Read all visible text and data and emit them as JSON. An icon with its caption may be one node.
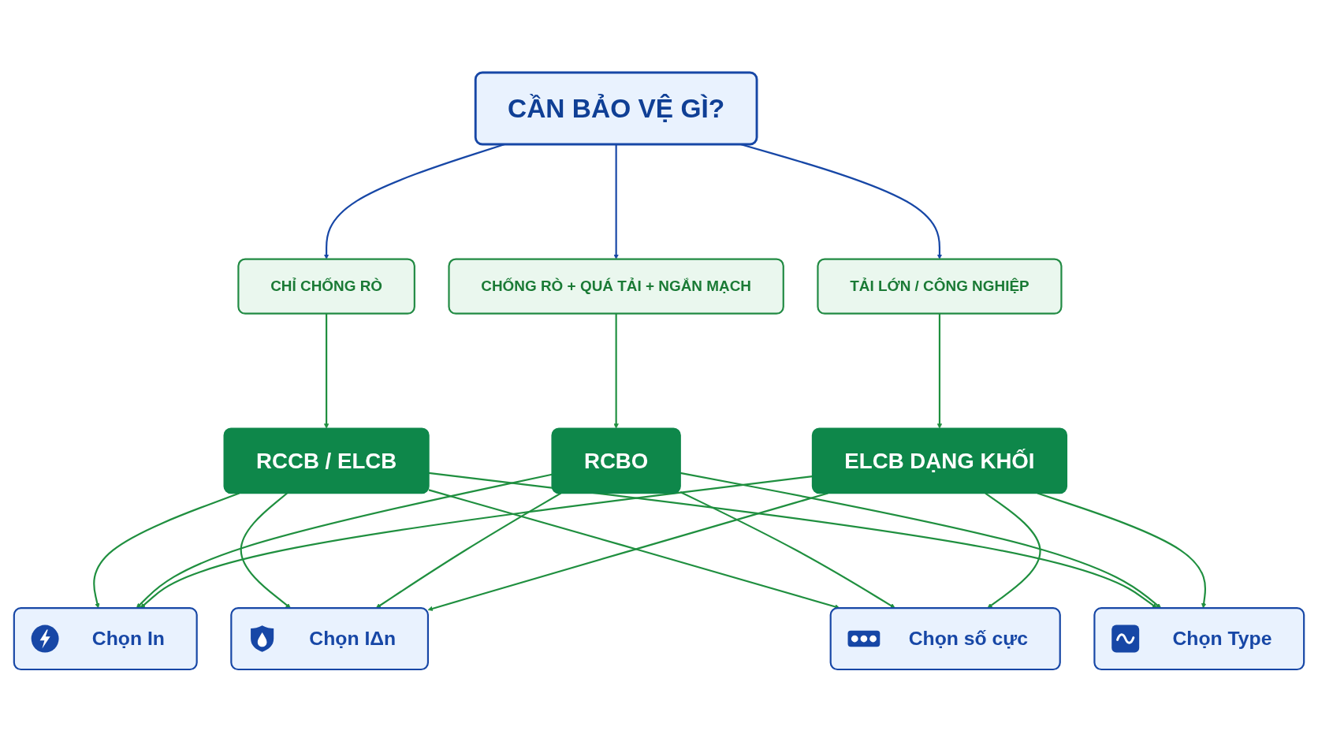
{
  "diagram": {
    "nodes": [
      {
        "text": [
          "CẦN BẢO VỆ GÌ?"
        ]
      },
      {
        "text": [
          "CHỈ CHỐNG RÒ"
        ]
      },
      {
        "text": [
          "CHỐNG RÒ + QUÁ TẢI + NGẮN MẠCH"
        ]
      },
      {
        "text": [
          "TẢI LỚN / CÔNG NGHIỆP"
        ]
      },
      {
        "text": [
          "RCCB / ELCB"
        ]
      },
      {
        "text": [
          "RCBO"
        ]
      },
      {
        "text": [
          "ELCB DẠNG KHỐI"
        ]
      },
      {
        "text": [
          "Chọn In"
        ]
      },
      {
        "text": [
          "Chọn IΔn"
        ]
      },
      {
        "text": [
          "Chọn số cực"
        ]
      },
      {
        "text": [
          "Chọn Type"
        ]
      }
    ],
    "edges": [
      {
        "from": 0,
        "to": 1,
        "arrow": "to",
        "color": "#1747a6"
      },
      {
        "from": 0,
        "to": 2,
        "arrow": "to",
        "color": "#1747a6"
      },
      {
        "from": 0,
        "to": 3,
        "arrow": "to",
        "color": "#1747a6"
      },
      {
        "from": 1,
        "to": 4,
        "arrow": "to"
      },
      {
        "from": 2,
        "to": 5,
        "arrow": "to"
      },
      {
        "from": 3,
        "to": 6,
        "arrow": "to"
      },
      {
        "from": 4,
        "to": 7,
        "arrow": "to"
      },
      {
        "from": 4,
        "to": 8,
        "arrow": "to"
      },
      {
        "from": 4,
        "to": 9,
        "arrow": "to"
      },
      {
        "from": 4,
        "to": 10,
        "arrow": "to"
      },
      {
        "from": 5,
        "to": 7,
        "arrow": "to"
      },
      {
        "from": 5,
        "to": 8,
        "arrow": "to"
      },
      {
        "from": 5,
        "to": 9,
        "arrow": "to"
      },
      {
        "from": 5,
        "to": 10,
        "arrow": "to"
      },
      {
        "from": 6,
        "to": 7,
        "arrow": "to"
      },
      {
        "from": 6,
        "to": 8,
        "arrow": "to"
      },
      {
        "from": 6,
        "to": 9,
        "arrow": "to"
      },
      {
        "from": 6,
        "to": 10,
        "arrow": "to"
      }
    ]
  }
}
